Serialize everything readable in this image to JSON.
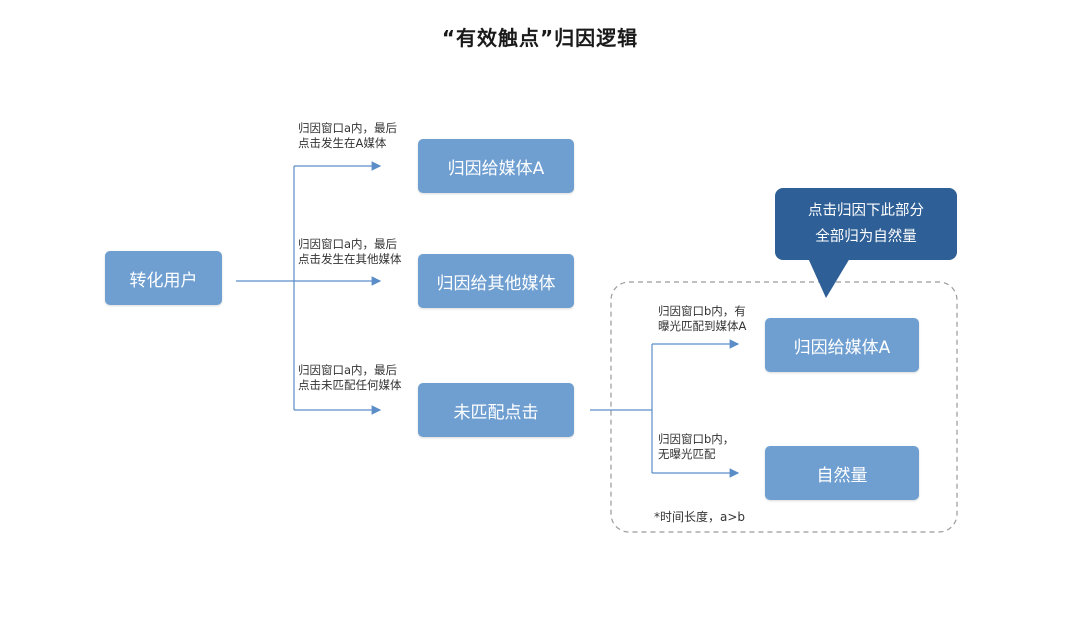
{
  "title": "“有效触点”归因逻辑",
  "nodes": {
    "start": "转化用户",
    "media_a": "归因给媒体A",
    "other_media": "归因给其他媒体",
    "unmatched": "未匹配点击",
    "media_a_2": "归因给媒体A",
    "natural": "自然量"
  },
  "labels": {
    "branch1_line1": "归因窗口a内，最后",
    "branch1_line2": "点击发生在A媒体",
    "branch2_line1": "归因窗口a内，最后",
    "branch2_line2": "点击发生在其他媒体",
    "branch3_line1": "归因窗口a内，最后",
    "branch3_line2": "点击未匹配任何媒体",
    "sub1_line1": "归因窗口b内，有",
    "sub1_line2": "曝光匹配到媒体A",
    "sub2_line1": "归因窗口b内，",
    "sub2_line2": "无曝光匹配"
  },
  "callout": {
    "line1": "点击归因下此部分",
    "line2": "全部归为自然量"
  },
  "note": "*时间长度，a>b",
  "colors": {
    "node": "#6f9fd1",
    "callout": "#2e5f96",
    "line": "#5b8dc9",
    "dashed_border": "#9a9a9a"
  }
}
